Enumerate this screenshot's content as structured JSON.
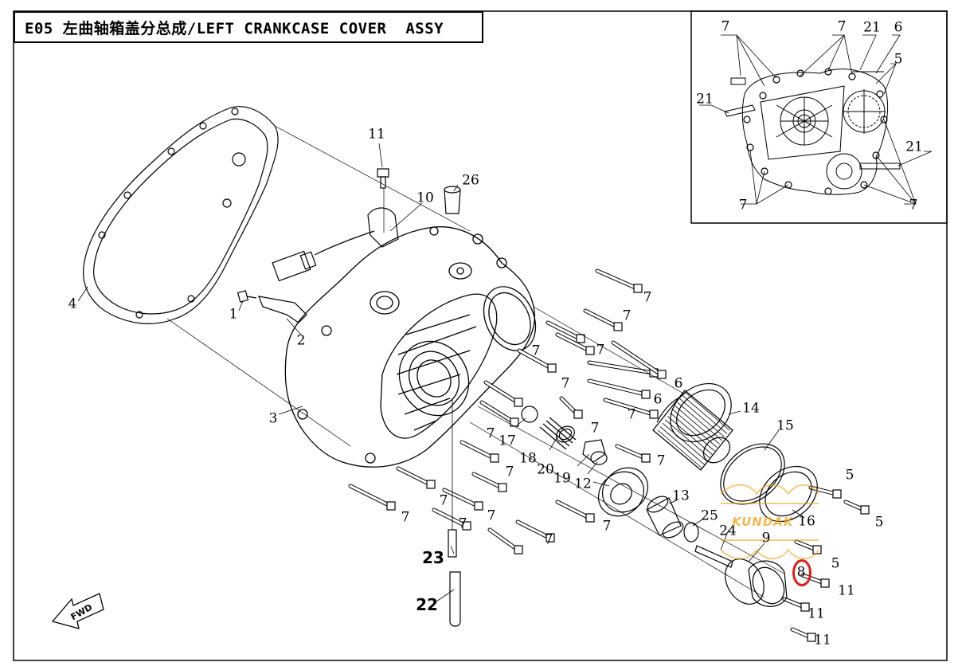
{
  "title": "E05 左曲轴箱盖分总成/LEFT CRANKCASE COVER  ASSY",
  "direction_label": "FWD",
  "watermark": "KUNDAK",
  "highlight_color": "#e21b1b",
  "inset_callouts": [
    {
      "id": "i7a",
      "label": "7"
    },
    {
      "id": "i7b",
      "label": "7"
    },
    {
      "id": "i21a",
      "label": "21"
    },
    {
      "id": "i6",
      "label": "6"
    },
    {
      "id": "i5",
      "label": "5"
    },
    {
      "id": "i21b",
      "label": "21"
    },
    {
      "id": "i21c",
      "label": "21"
    },
    {
      "id": "i7c",
      "label": "7"
    },
    {
      "id": "i7d",
      "label": "7"
    }
  ],
  "callouts": [
    {
      "id": "c11top",
      "label": "11"
    },
    {
      "id": "c26",
      "label": "26"
    },
    {
      "id": "c10",
      "label": "10"
    },
    {
      "id": "c4",
      "label": "4"
    },
    {
      "id": "c1",
      "label": "1"
    },
    {
      "id": "c2",
      "label": "2"
    },
    {
      "id": "c3",
      "label": "3"
    },
    {
      "id": "c7a",
      "label": "7"
    },
    {
      "id": "c7b",
      "label": "7"
    },
    {
      "id": "c7c",
      "label": "7"
    },
    {
      "id": "c7d",
      "label": "7"
    },
    {
      "id": "c7e",
      "label": "7"
    },
    {
      "id": "c6a",
      "label": "6"
    },
    {
      "id": "c6b",
      "label": "6"
    },
    {
      "id": "c7f",
      "label": "7"
    },
    {
      "id": "c14",
      "label": "14"
    },
    {
      "id": "c7g",
      "label": "7"
    },
    {
      "id": "c17",
      "label": "17"
    },
    {
      "id": "c7h",
      "label": "7"
    },
    {
      "id": "c15",
      "label": "15"
    },
    {
      "id": "c18",
      "label": "18"
    },
    {
      "id": "c20",
      "label": "20"
    },
    {
      "id": "c19",
      "label": "19"
    },
    {
      "id": "c7i",
      "label": "7"
    },
    {
      "id": "c7j",
      "label": "7"
    },
    {
      "id": "c12",
      "label": "12"
    },
    {
      "id": "c5a",
      "label": "5"
    },
    {
      "id": "c7k",
      "label": "7"
    },
    {
      "id": "c7l",
      "label": "7"
    },
    {
      "id": "c13",
      "label": "13"
    },
    {
      "id": "c7m",
      "label": "7"
    },
    {
      "id": "c7n",
      "label": "7"
    },
    {
      "id": "c7o",
      "label": "7"
    },
    {
      "id": "c7p",
      "label": "7"
    },
    {
      "id": "c25",
      "label": "25"
    },
    {
      "id": "c16",
      "label": "16"
    },
    {
      "id": "c5b",
      "label": "5"
    },
    {
      "id": "c24",
      "label": "24"
    },
    {
      "id": "c9",
      "label": "9"
    },
    {
      "id": "c5c",
      "label": "5"
    },
    {
      "id": "c23",
      "label": "23"
    },
    {
      "id": "c8",
      "label": "8"
    },
    {
      "id": "c11a",
      "label": "11"
    },
    {
      "id": "c22",
      "label": "22"
    },
    {
      "id": "c11b",
      "label": "11"
    },
    {
      "id": "c11c",
      "label": "11"
    }
  ]
}
